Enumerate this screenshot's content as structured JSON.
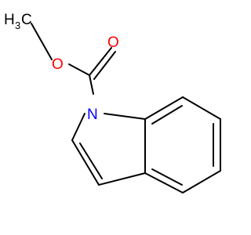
{
  "molecule": {
    "atoms": {
      "methyl_h": "H",
      "methyl_sub": "3",
      "methyl_c": "C",
      "ester_o": "O",
      "carbonyl_o": "O",
      "ring_n": "N"
    },
    "colors": {
      "bond": "#000000",
      "carbon_label": "#000000",
      "oxygen": "#ff0000",
      "nitrogen": "#0000ff"
    }
  }
}
